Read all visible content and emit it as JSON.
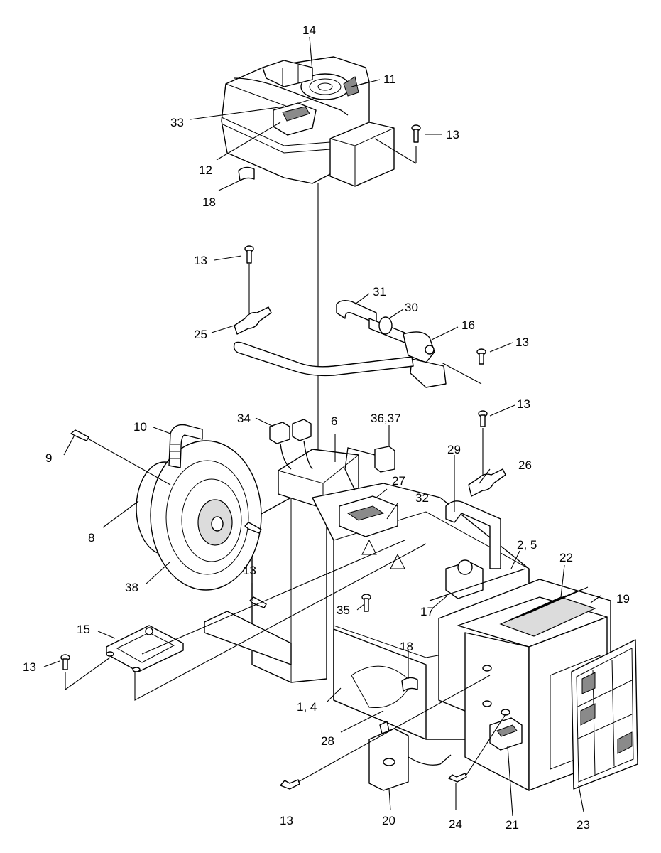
{
  "labels": {
    "p14": "14",
    "p11": "11",
    "p33": "33",
    "p13a": "13",
    "p12": "12",
    "p18a": "18",
    "p13b": "13",
    "p31": "31",
    "p30": "30",
    "p16": "16",
    "p13c": "13",
    "p25": "25",
    "p13d": "13",
    "p10": "10",
    "p34": "34",
    "p6": "6",
    "p3637": "36,37",
    "p9": "9",
    "p29": "29",
    "p26": "26",
    "p27": "27",
    "p32": "32",
    "p8": "8",
    "p25b": "2, 5",
    "p22": "22",
    "p13e": "13",
    "p38": "38",
    "p19": "19",
    "p35": "35",
    "p17": "17",
    "p15": "15",
    "p18b": "18",
    "p13f": "13",
    "p14b": "1, 4",
    "p28": "28",
    "p13g": "13",
    "p20": "20",
    "p24": "24",
    "p21": "21",
    "p23": "23"
  }
}
